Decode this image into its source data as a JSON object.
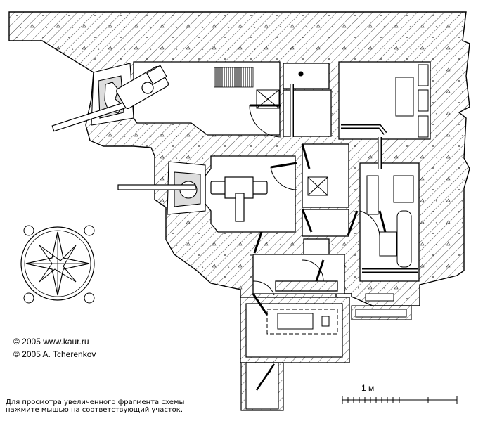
{
  "credits": {
    "site": "© 2005 www.kaur.ru",
    "author": "© 2005 A. Tcherenkov"
  },
  "hint": {
    "line1": "Для просмотра увеличенного фрагмента схемы",
    "line2": "нажмите мышью на соответствующий участок."
  },
  "scale": {
    "label": "1 м"
  },
  "colors": {
    "wall": "#000000",
    "hatch": "#000000",
    "background": "#ffffff"
  },
  "icons": {
    "compass": "compass-rose-icon",
    "gun": "gun-barrel-icon"
  }
}
